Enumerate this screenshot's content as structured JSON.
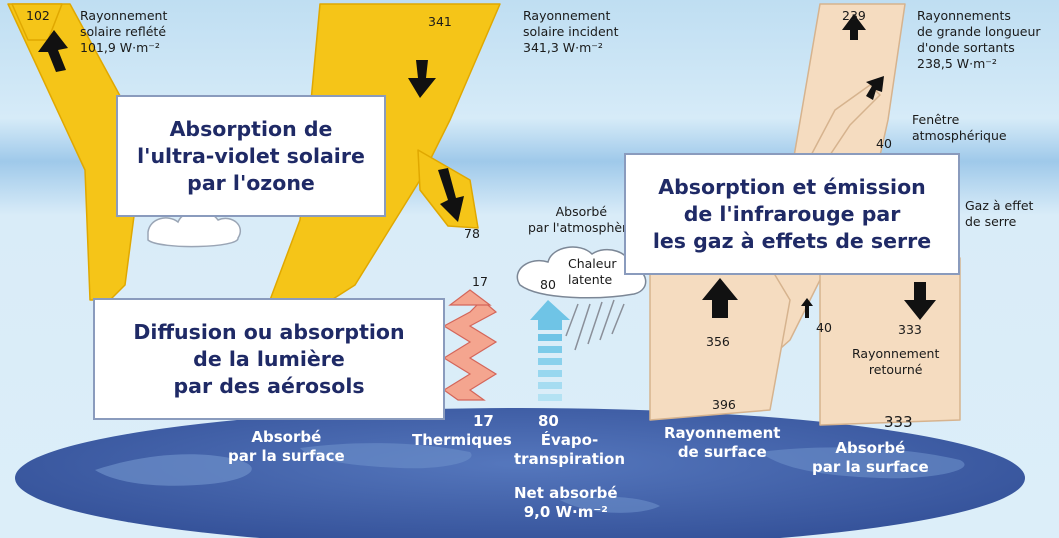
{
  "colors": {
    "sky_top": "#b9dbf1",
    "sky_mid": "#d9ecf8",
    "solar_arrow": "#f5c518",
    "infrared_arrow": "#f5dcc0",
    "earth": "#3f5fa8",
    "box_text": "#1f2a66"
  },
  "labels": {
    "reflected": "Rayonnement\nsolaire reflété\n101,9 W·m⁻²",
    "incident": "Rayonnement\nsolaire incident\n341,3 W·m⁻²",
    "outgoing_lw": "Rayonnements\nde grande longueur\nd'onde sortants\n238,5 W·m⁻²",
    "window": "Fenêtre\natmosphérique",
    "ghg": "Gaz à effet\nde serre",
    "absorbed_atm": "Absorbé\npar l'atmosphère",
    "latent": "Chaleur\nlatente",
    "back_radiation": "Rayonnement\nretourné",
    "absorbed_surface_left": "Absorbé\npar la surface",
    "thermals": "Thermiques",
    "evapo": "Évapo-\ntranspiration",
    "net_absorbed": "Net absorbé\n9,0 W·m⁻²",
    "surface_radiation": "Rayonnement\nde surface",
    "absorbed_surface_right": "Absorbé\npar la surface"
  },
  "values": {
    "v102": "102",
    "v341": "341",
    "v239": "239",
    "v40_window": "40",
    "v78": "78",
    "v17_top": "17",
    "v80_cloud": "80",
    "v356": "356",
    "v40_mid": "40",
    "v333_top": "333",
    "v396": "396",
    "v333_bottom": "333",
    "v17_bottom": "17",
    "v80_bottom": "80"
  },
  "boxes": {
    "ozone": "Absorption de\nl'ultra-violet solaire\npar l'ozone",
    "infrared": "Absorption et émission\nde l'infrarouge par\nles gaz à effets de serre",
    "aerosols": "Diffusion ou absorption\nde la lumière\npar des aérosols"
  }
}
